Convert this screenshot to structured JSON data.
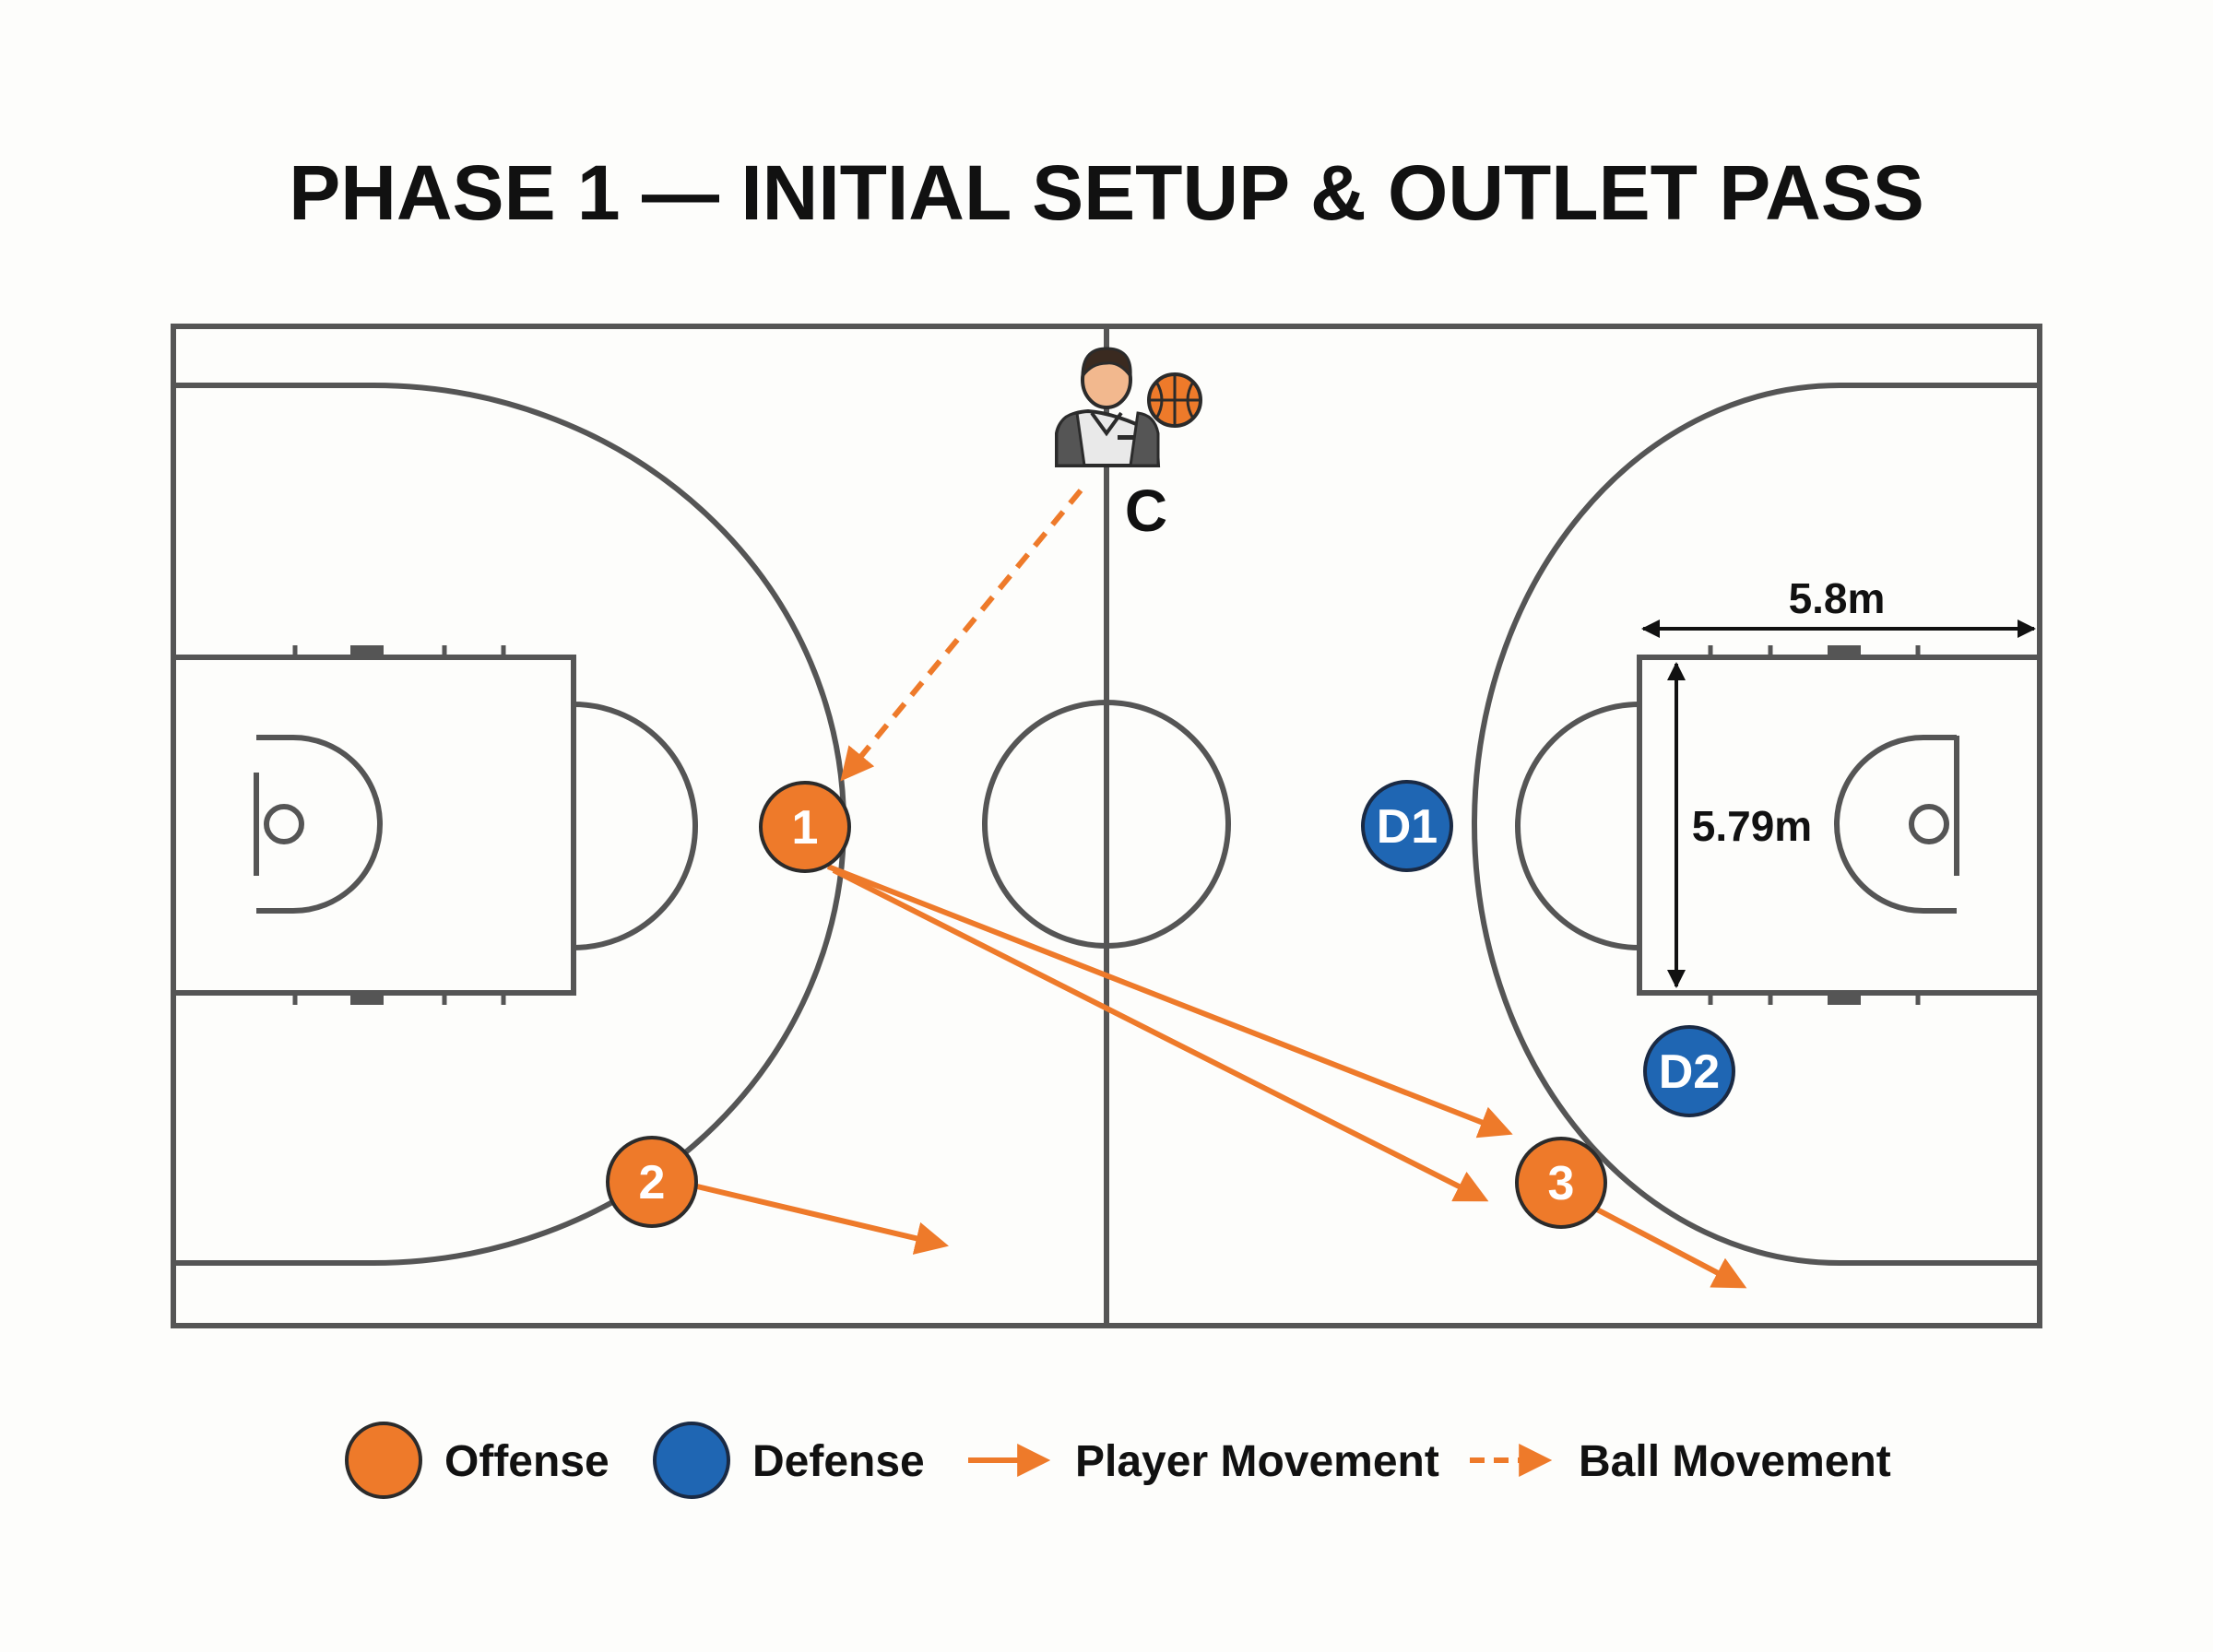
{
  "title": "PHASE 1 — INITIAL SETUP & OUTLET PASS",
  "colors": {
    "offense": "#ee7a2a",
    "offense_stroke": "#2b2b2b",
    "defense": "#1f66b3",
    "defense_stroke": "#1a2a44",
    "court_line": "#555555",
    "movement": "#ee7a2a",
    "text": "#111111"
  },
  "coach": {
    "label": "C",
    "icon": "coach-icon",
    "ball_icon": "basketball-icon"
  },
  "players": [
    {
      "id": "p1",
      "label": "1",
      "team": "offense"
    },
    {
      "id": "p2",
      "label": "2",
      "team": "offense"
    },
    {
      "id": "p3",
      "label": "3",
      "team": "offense"
    },
    {
      "id": "d1",
      "label": "D1",
      "team": "defense"
    },
    {
      "id": "d2",
      "label": "D2",
      "team": "defense"
    }
  ],
  "movements": [
    {
      "from": "coach",
      "to": "p1",
      "kind": "ball"
    },
    {
      "from": "p1",
      "to": "p3",
      "kind": "player"
    },
    {
      "from": "p1",
      "to": "p3",
      "kind": "player"
    },
    {
      "from": "p2",
      "to": "open-space",
      "kind": "player"
    },
    {
      "from": "p3",
      "to": "right-corner",
      "kind": "player"
    }
  ],
  "dimensions": {
    "key_length": "5.8m",
    "key_width": "5.79m"
  },
  "legend": {
    "offense": "Offense",
    "defense": "Defense",
    "player_movement": "Player Movement",
    "ball_movement": "Ball Movement"
  }
}
